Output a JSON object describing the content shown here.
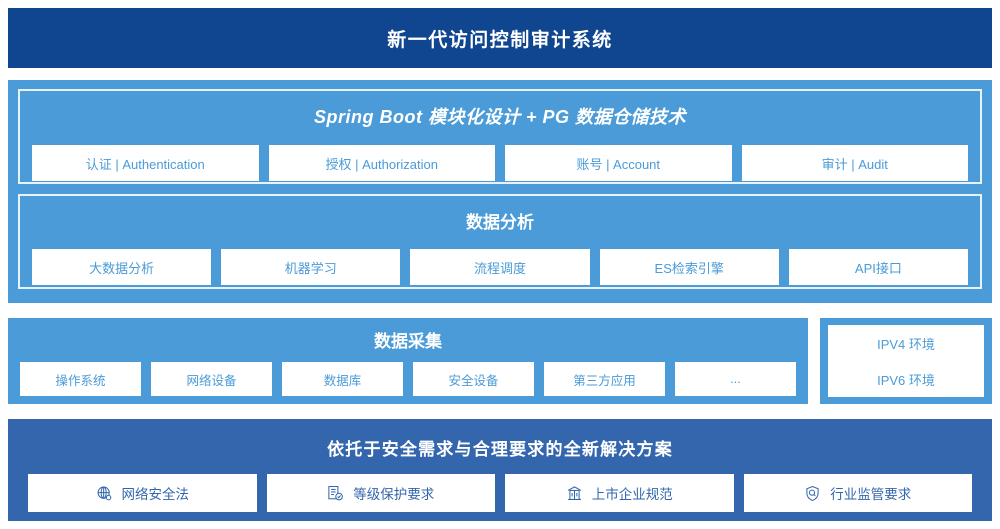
{
  "header": {
    "title": "新一代访问控制审计系统"
  },
  "colors": {
    "header_bg": "#10468f",
    "panel_blue": "#4a9bd8",
    "panel_deep_blue": "#3366ad",
    "card_bg": "#ffffff",
    "card_text": "#4a9bd8",
    "card_text_deep": "#3366ad",
    "inner_border": "#e8f2fb"
  },
  "sections": {
    "springboot": {
      "title": "Spring Boot 模块化设计 + PG 数据仓储技术",
      "cards": [
        {
          "label": "认证 | Authentication"
        },
        {
          "label": "授权 | Authorization"
        },
        {
          "label": "账号 | Account"
        },
        {
          "label": "审计 | Audit"
        }
      ]
    },
    "analysis": {
      "title": "数据分析",
      "cards": [
        {
          "label": "大数据分析"
        },
        {
          "label": "机器学习"
        },
        {
          "label": "流程调度"
        },
        {
          "label": "ES检索引擎"
        },
        {
          "label": "API接口"
        }
      ]
    },
    "collection": {
      "title": "数据采集",
      "cards": [
        {
          "label": "操作系统"
        },
        {
          "label": "网络设备"
        },
        {
          "label": "数据库"
        },
        {
          "label": "安全设备"
        },
        {
          "label": "第三方应用"
        },
        {
          "label": "..."
        }
      ]
    },
    "environments": {
      "cards": [
        {
          "label": "IPV4 环境"
        },
        {
          "label": "IPV6 环境"
        }
      ]
    },
    "solution": {
      "title": "依托于安全需求与合理要求的全新解决方案",
      "cards": [
        {
          "label": "网络安全法",
          "icon": "globe-icon"
        },
        {
          "label": "等级保护要求",
          "icon": "document-check-icon"
        },
        {
          "label": "上市企业规范",
          "icon": "bank-building-icon"
        },
        {
          "label": "行业监管要求",
          "icon": "shield-search-icon"
        }
      ]
    }
  }
}
